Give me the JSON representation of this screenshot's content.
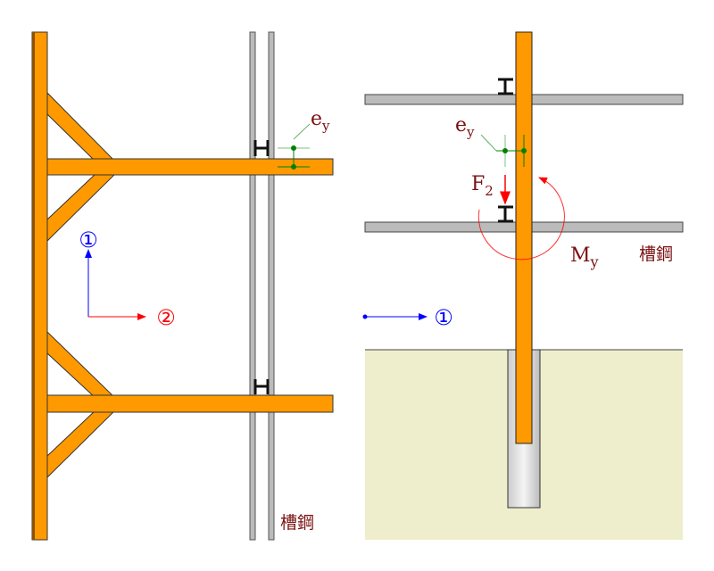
{
  "left_panel": {
    "eccentricity_label": "e",
    "eccentricity_sub": "y",
    "axis1_label": "①",
    "axis2_label": "②",
    "channel_label": "槽鋼"
  },
  "right_panel": {
    "eccentricity_label": "e",
    "eccentricity_sub": "y",
    "force_label": "F",
    "force_sub": "2",
    "moment_label": "M",
    "moment_sub": "y",
    "axis1_label": "①",
    "channel_label": "槽鋼"
  },
  "colors": {
    "steel": "#ff9900",
    "rail": "#bbbbbb",
    "ground": "#eeeecc",
    "axis1": "#0000ff",
    "axis2": "#ff0000",
    "label": "#7a1010",
    "eccentricity": "#008000"
  }
}
